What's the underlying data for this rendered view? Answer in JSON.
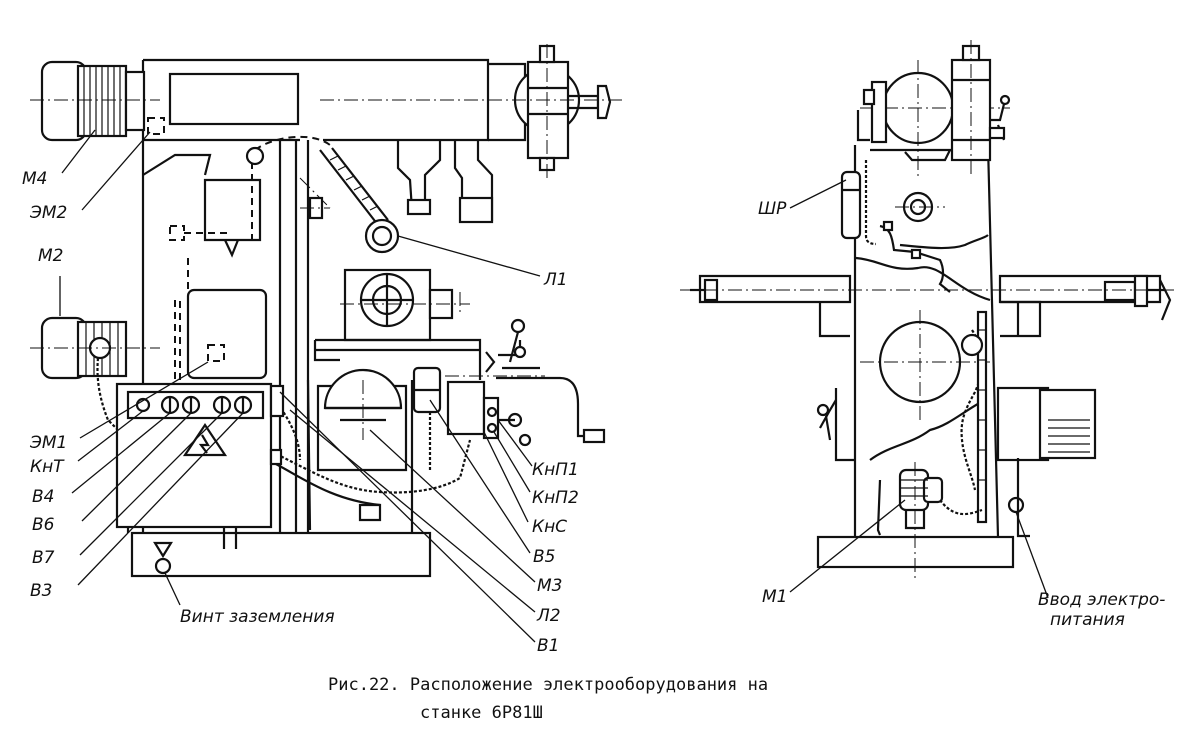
{
  "labels": {
    "M4": "М4",
    "EM2": "ЭМ2",
    "M2": "М2",
    "EM1": "ЭМ1",
    "KnT": "КнТ",
    "B4": "В4",
    "B6": "В6",
    "B7": "В7",
    "B3": "В3",
    "L1": "Л1",
    "KnP1": "КнП1",
    "KnP2": "КнП2",
    "KnS": "КнС",
    "B5": "В5",
    "M3": "М3",
    "L2": "Л2",
    "B1": "В1",
    "ground_screw": "Винт заземления",
    "SHR": "ШР",
    "M1": "М1",
    "power_input_line1": "Ввод электро-",
    "power_input_line2": "питания"
  },
  "caption": {
    "line1": "Рис.22. Расположение электрооборудования на",
    "line2": "станке 6Р81Ш"
  }
}
